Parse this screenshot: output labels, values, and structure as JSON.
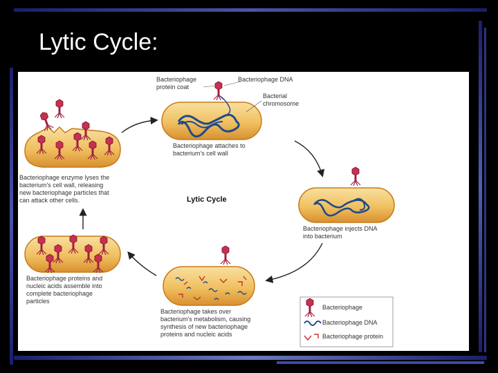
{
  "slide": {
    "title": "Lytic Cycle:"
  },
  "diagram": {
    "center_title": "Lytic Cycle",
    "top": {
      "label_protein_coat": [
        "Bacteriophage",
        "protein coat"
      ],
      "label_phage_dna": "Bacteriophage DNA",
      "label_chromosome": [
        "Bacterial",
        "chromosome"
      ],
      "caption": [
        "Bacteriophage attaches to",
        "bacterium's cell wall"
      ]
    },
    "right": {
      "caption": [
        "Bacteriophage injects DNA",
        "into bacterium"
      ]
    },
    "bottom": {
      "caption": [
        "Bacteriophage takes over",
        "bacterium's metabolism, causing",
        "synthesis of new bacteriophage",
        "proteins and nucleic acids"
      ]
    },
    "left_bottom": {
      "caption": [
        "Bacteriophage proteins and",
        "nucleic acids assemble into",
        "complete bacteriophage",
        "particles"
      ]
    },
    "left_top": {
      "caption": [
        "Bacteriophage enzyme lyses the",
        "bacterium's cell wall, releasing",
        "new bacteriophage particles that",
        "can attack other cells."
      ]
    },
    "legend": {
      "items": [
        "Bacteriophage",
        "Bacteriophage DNA",
        "Bacteriophage protein"
      ]
    }
  },
  "colors": {
    "background": "#000000",
    "cell_fill": "#f0c060",
    "cell_edge": "#c87818",
    "dna": "#1c4a8c",
    "phage": "#c83050",
    "arrow": "#222222"
  }
}
